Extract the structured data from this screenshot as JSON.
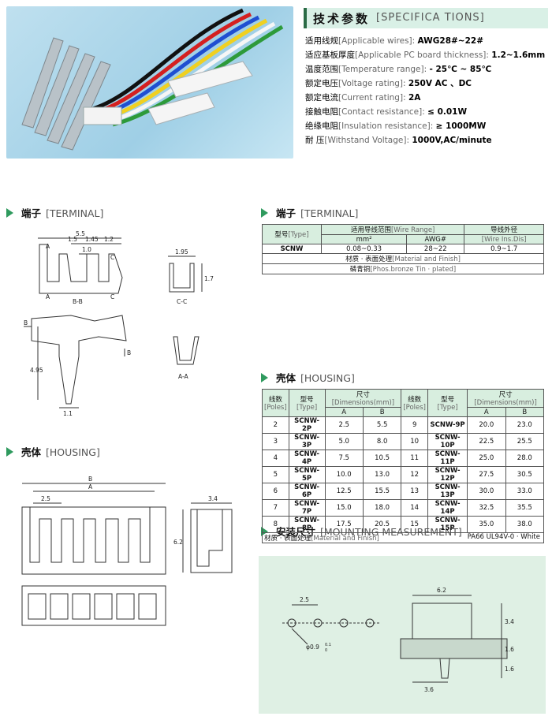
{
  "spec": {
    "title_cn": "技术参数",
    "title_en": "[SPECIFICA    TIONS]",
    "rows": [
      {
        "cn": "适用线规",
        "en": "[Applicable wires]:",
        "val": "AWG28#~22#"
      },
      {
        "cn": "适应基板厚度",
        "en": "[Applicable PC board thickness]:",
        "val": "1.2~1.6mm"
      },
      {
        "cn": "温度范围",
        "en": "[Temperature range]:",
        "val": "- 25℃ ~ 85℃"
      },
      {
        "cn": "额定电压",
        "en": "[Voltage rating]:",
        "val": "250V  AC 、DC"
      },
      {
        "cn": "额定电流",
        "en": "[Current rating]:",
        "val": "2A"
      },
      {
        "cn": "接触电阻",
        "en": "[Contact resistance]:",
        "val": "≤ 0.01W"
      },
      {
        "cn": "绝缘电阻",
        "en": "[Insulation resistance]:",
        "val": "≥ 1000MW"
      },
      {
        "cn": "耐      压",
        "en": "[Withstand Voltage]:",
        "val": "1000V,AC/minute"
      }
    ]
  },
  "sections": {
    "terminal_left": {
      "cn": "端子",
      "en": "[TERMINAL]"
    },
    "housing_left": {
      "cn": "壳体",
      "en": "[HOUSING]"
    },
    "terminal_right": {
      "cn": "端子",
      "en": "[TERMINAL]"
    },
    "housing_right": {
      "cn": "壳体",
      "en": "[HOUSING]"
    },
    "mounting": {
      "cn": "安装尺寸",
      "en": "[MOUNTING MEASUREMENT]"
    }
  },
  "terminal_table": {
    "type_cn": "型号",
    "type_en": "[Type]",
    "range_cn": "适用导线范围",
    "range_en": "[Wire Range]",
    "ins_cn": "导线外径",
    "ins_en": "[Wire Ins.Dis]",
    "mm2": "mm²",
    "awg": "AWG#",
    "row": {
      "type": "SCNW",
      "mm2": "0.08~0.33",
      "awg": "28~22",
      "ins": "0.9~1.7"
    },
    "material_cn": "材质 · 表面处理",
    "material_en": "[Material and Finish]",
    "finish_cn": "磷青铜",
    "finish_en": "[Phos.bronze Tin · plated]"
  },
  "housing_table": {
    "poles_cn": "线数",
    "poles_en": "[Poles]",
    "type_cn": "型号",
    "type_en": "[Type]",
    "dim_cn": "尺寸",
    "dim_en": "[Dimensions(mm)]",
    "a": "A",
    "b": "B",
    "rows": [
      [
        "2",
        "SCNW-2P",
        "2.5",
        "5.5",
        "9",
        "SCNW-9P",
        "20.0",
        "23.0"
      ],
      [
        "3",
        "SCNW-3P",
        "5.0",
        "8.0",
        "10",
        "SCNW-10P",
        "22.5",
        "25.5"
      ],
      [
        "4",
        "SCNW-4P",
        "7.5",
        "10.5",
        "11",
        "SCNW-11P",
        "25.0",
        "28.0"
      ],
      [
        "5",
        "SCNW-5P",
        "10.0",
        "13.0",
        "12",
        "SCNW-12P",
        "27.5",
        "30.5"
      ],
      [
        "6",
        "SCNW-6P",
        "12.5",
        "15.5",
        "13",
        "SCNW-13P",
        "30.0",
        "33.0"
      ],
      [
        "7",
        "SCNW-7P",
        "15.0",
        "18.0",
        "14",
        "SCNW-14P",
        "32.5",
        "35.5"
      ],
      [
        "8",
        "SCNW-8P",
        "17.5",
        "20.5",
        "15",
        "SCNW-15P",
        "35.0",
        "38.0"
      ]
    ],
    "material_cn": "材质 · 表面处理",
    "material_en": "[Material and Finish]",
    "material_val": "PA66 UL94V-0 · White"
  },
  "drawing_labels": {
    "t_5_5": "5.5",
    "t_1_5": "1.5",
    "t_1_45": "1.45",
    "t_1_2": "1.2",
    "t_1_0": "1.0",
    "t_A": "A",
    "t_C": "C",
    "t_BB": "B-B",
    "t_B": "B",
    "t_1_95": "1.95",
    "t_1_7": "1.7",
    "t_CC": "C-C",
    "t_AA": "A-A",
    "t_4_95": "4.95",
    "t_1_1": "1.1",
    "h_B": "B",
    "h_A": "A",
    "h_2_5": "2.5",
    "h_3_4": "3.4",
    "h_6_2": "6.2",
    "m_2_5": "2.5",
    "m_6_2": "6.2",
    "m_3_4": "3.4",
    "m_1_6a": "1.6",
    "m_1_6b": "1.6",
    "m_3_6": "3.6",
    "m_hole": "φ0.9",
    "m_tol_up": "0.1",
    "m_tol_dn": "0"
  }
}
